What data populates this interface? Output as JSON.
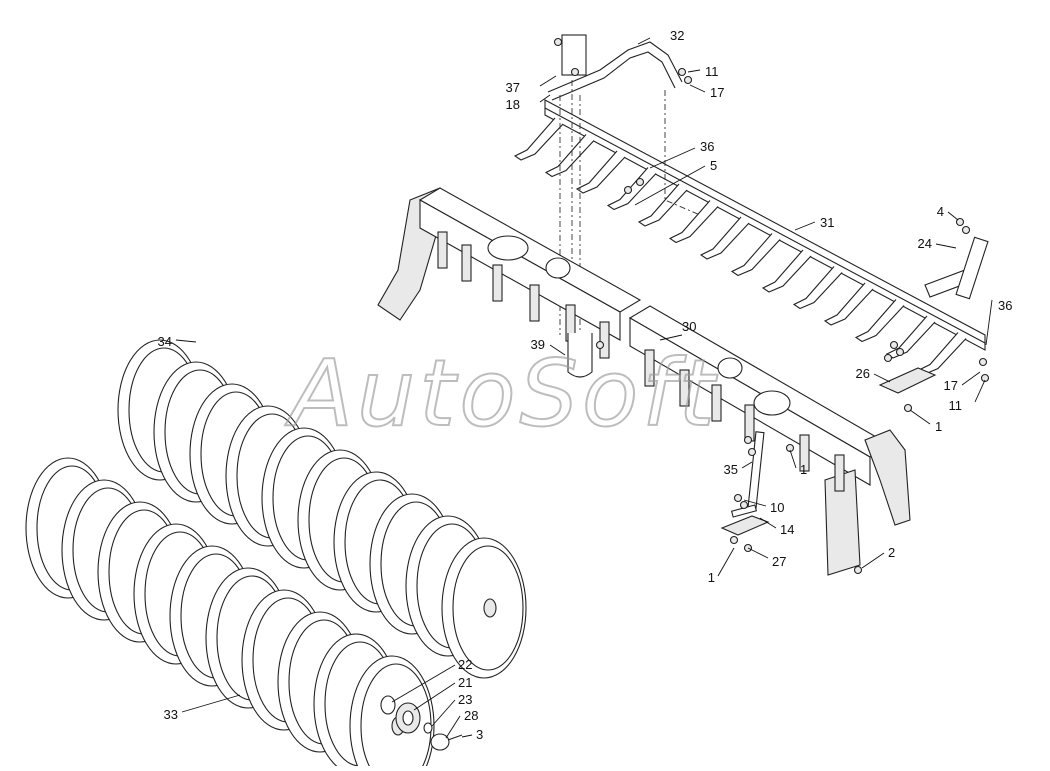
{
  "watermark": "AutoSoft",
  "callouts": [
    {
      "id": "c32",
      "text": "32"
    },
    {
      "id": "c11a",
      "text": "11"
    },
    {
      "id": "c17a",
      "text": "17"
    },
    {
      "id": "c37",
      "text": "37"
    },
    {
      "id": "c18",
      "text": "18"
    },
    {
      "id": "c36a",
      "text": "36"
    },
    {
      "id": "c5",
      "text": "5"
    },
    {
      "id": "c31",
      "text": "31"
    },
    {
      "id": "c4",
      "text": "4"
    },
    {
      "id": "c24",
      "text": "24"
    },
    {
      "id": "c36b",
      "text": "36"
    },
    {
      "id": "c39",
      "text": "39"
    },
    {
      "id": "c30",
      "text": "30"
    },
    {
      "id": "c26",
      "text": "26"
    },
    {
      "id": "c17b",
      "text": "17"
    },
    {
      "id": "c11b",
      "text": "11"
    },
    {
      "id": "c1a",
      "text": "1"
    },
    {
      "id": "c35",
      "text": "35"
    },
    {
      "id": "c1b",
      "text": "1"
    },
    {
      "id": "c10",
      "text": "10"
    },
    {
      "id": "c14",
      "text": "14"
    },
    {
      "id": "c27",
      "text": "27"
    },
    {
      "id": "c1c",
      "text": "1"
    },
    {
      "id": "c2",
      "text": "2"
    },
    {
      "id": "c34",
      "text": "34"
    },
    {
      "id": "c33",
      "text": "33"
    },
    {
      "id": "c22",
      "text": "22"
    },
    {
      "id": "c21",
      "text": "21"
    },
    {
      "id": "c23",
      "text": "23"
    },
    {
      "id": "c28",
      "text": "28"
    },
    {
      "id": "c3",
      "text": "3"
    }
  ]
}
